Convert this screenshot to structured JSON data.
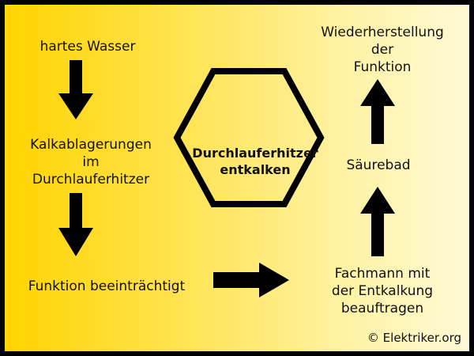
{
  "diagram": {
    "center": {
      "line1": "Durchlauferhitzer",
      "line2": "entkalken"
    },
    "steps": {
      "hard_water": "hartes Wasser",
      "limescale": {
        "line1": "Kalkablagerungen",
        "line2": "im",
        "line3": "Durchlauferhitzer"
      },
      "impaired": "Funktion beeinträchtigt",
      "hire_expert": {
        "line1": "Fachmann mit",
        "line2": "der Entkalkung",
        "line3": "beauftragen"
      },
      "acid_bath": "Säurebad",
      "restore": {
        "line1": "Wiederherstellung",
        "line2": "der",
        "line3": "Funktion"
      }
    },
    "copyright": "© Elektriker.org"
  },
  "colors": {
    "gradient_start": "#ffd400",
    "gradient_end": "#fff9d6",
    "ink": "#111111",
    "border": "#000000"
  }
}
